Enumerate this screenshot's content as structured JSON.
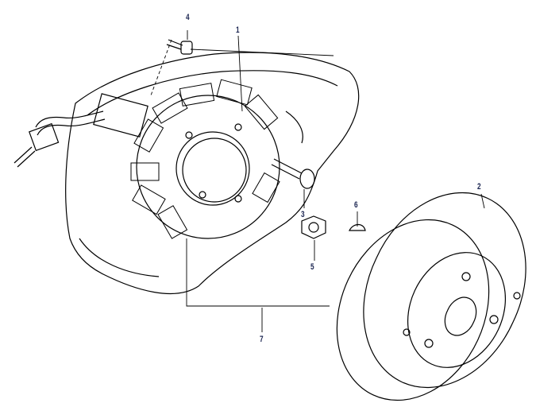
{
  "diagram": {
    "callouts": [
      {
        "id": "1",
        "part": "stator"
      },
      {
        "id": "2",
        "part": "flywheel-rotor"
      },
      {
        "id": "3",
        "part": "screw"
      },
      {
        "id": "4",
        "part": "bolt"
      },
      {
        "id": "5",
        "part": "nut"
      },
      {
        "id": "6",
        "part": "woodruff-key"
      },
      {
        "id": "7",
        "part": "magneto-assembly"
      }
    ],
    "colors": {
      "line": "#000000",
      "label": "#1a2450"
    }
  }
}
